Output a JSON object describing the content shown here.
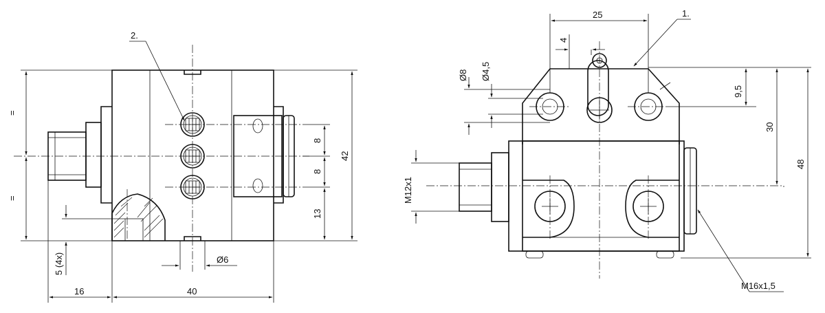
{
  "drawing": {
    "left_view": {
      "callout": "2.",
      "dims": {
        "eq_top": "=",
        "eq_bottom": "=",
        "spacing_1": "8",
        "spacing_2": "8",
        "bottom_offset": "13",
        "height": "42",
        "thread_len": "16",
        "width": "40",
        "mount_hole": "5 (4x)",
        "bore": "Ø6"
      }
    },
    "right_view": {
      "callout": "1.",
      "dims": {
        "top_width": "25",
        "lever_width": "4",
        "hole_large": "Ø8",
        "hole_small": "Ø4,5",
        "hole_offset": "9,5",
        "center_height": "30",
        "total_height": "48",
        "left_thread": "M12x1",
        "right_thread": "M16x1,5"
      }
    }
  }
}
